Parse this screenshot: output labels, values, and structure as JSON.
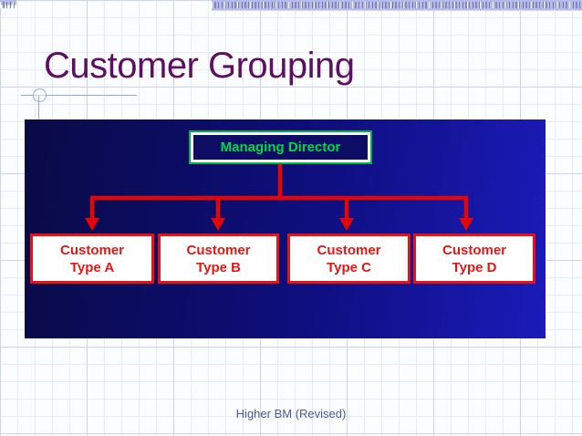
{
  "slide": {
    "title": "Customer Grouping",
    "footer": "Higher BM (Revised)"
  },
  "org_chart": {
    "root": {
      "label": "Managing Director"
    },
    "children": [
      {
        "line1": "Customer",
        "line2": "Type A"
      },
      {
        "line1": "Customer",
        "line2": "Type B"
      },
      {
        "line1": "Customer",
        "line2": "Type C"
      },
      {
        "line1": "Customer",
        "line2": "Type D"
      }
    ]
  },
  "colors": {
    "title_text": "#5e0f63",
    "panel_gradient_left": "#0a0a46",
    "panel_gradient_right": "#1b1bba",
    "connector_red": "#e60505",
    "root_box_fill": "#0d0d66",
    "root_box_border_inner": "#ffffff",
    "root_box_border_outer": "#00b44c",
    "root_box_text": "#00d844",
    "child_box_fill": "#ffffff",
    "child_box_border": "#e81212",
    "child_box_text": "#e01818",
    "footer_text": "#4d589a",
    "grid_fine_line": "#e4eaf8",
    "grid_strong_line": "#c9d4ef",
    "strip_background": "#b6baea",
    "ornament_line": "#93a9d9"
  }
}
